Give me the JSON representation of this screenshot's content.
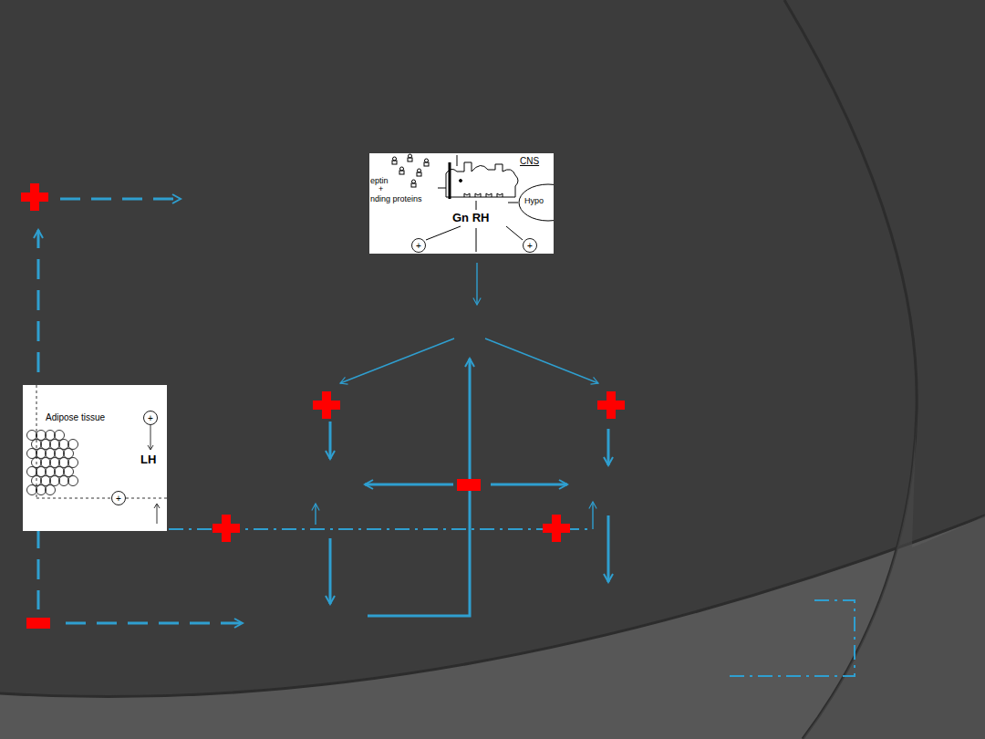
{
  "diagram": {
    "nodes": [
      {
        "text": [
          "CNS",
          "eptin",
          "+",
          "nding proteins",
          "Hypo",
          "Gn RH",
          "+",
          "+"
        ]
      },
      {
        "text": [
          "Adipose tissue",
          "+",
          "LH",
          "+"
        ]
      }
    ]
  }
}
